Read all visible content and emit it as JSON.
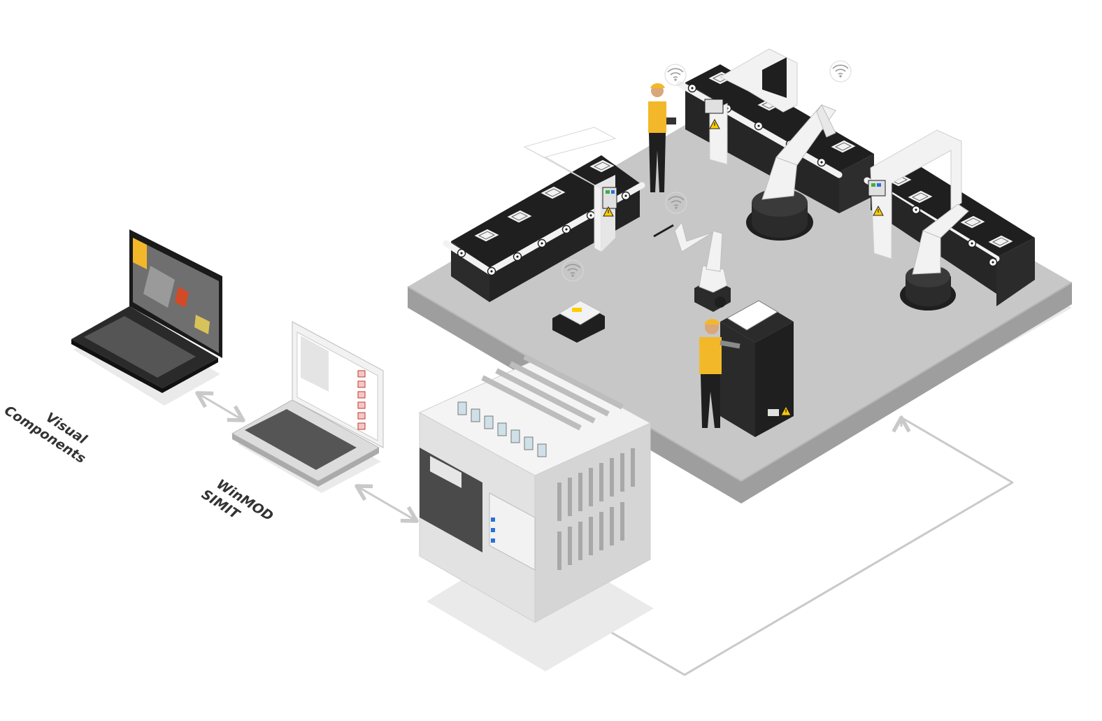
{
  "labels": {
    "visual_components_line1": "Visual",
    "visual_components_line2": "Components",
    "simulation_line1": "WinMOD",
    "simulation_line2": "SIMIT"
  },
  "colors": {
    "floor_top": "#c7c7c7",
    "floor_side": "#9e9e9e",
    "shadow": "#eaeaea",
    "dark": "#1f1f1f",
    "frame_white": "#f2f2f2",
    "accent": "#f2b82a",
    "warning_yellow": "#ffcc00",
    "arrow_gray": "#c9c9c9",
    "plc_body": "#e2e2e2"
  },
  "icons": [
    "wifi-icon",
    "warning-icon"
  ]
}
